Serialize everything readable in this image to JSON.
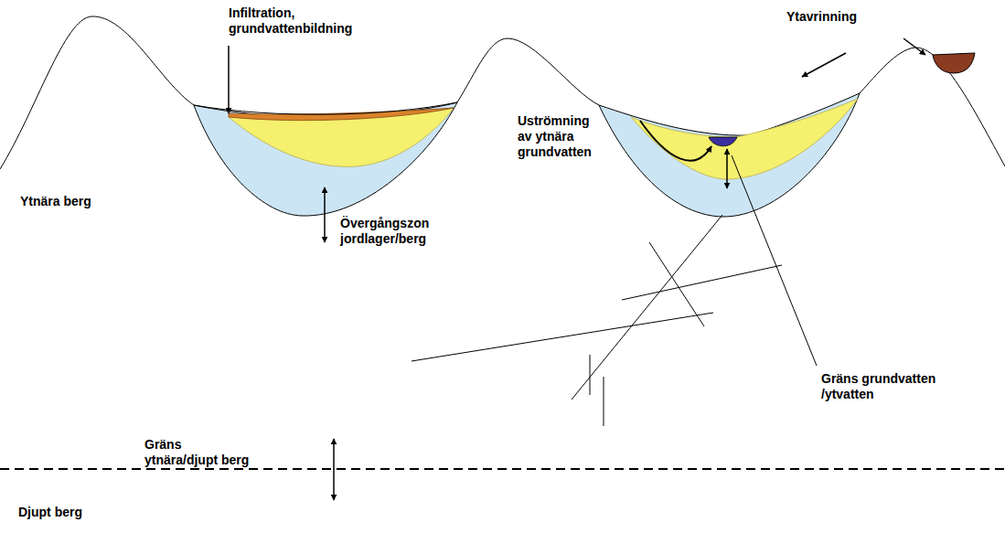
{
  "diagram": {
    "labels": [
      "Infiltration, grundvattenbildning",
      "Ytavrinning",
      "Uströmning av ytnära grundvatten",
      "Ytnära berg",
      "Övergångszon jordlager/berg",
      "Gräns grundvatten /ytvatten",
      "Gräns ytnära/djupt berg",
      "Djupt berg"
    ]
  }
}
